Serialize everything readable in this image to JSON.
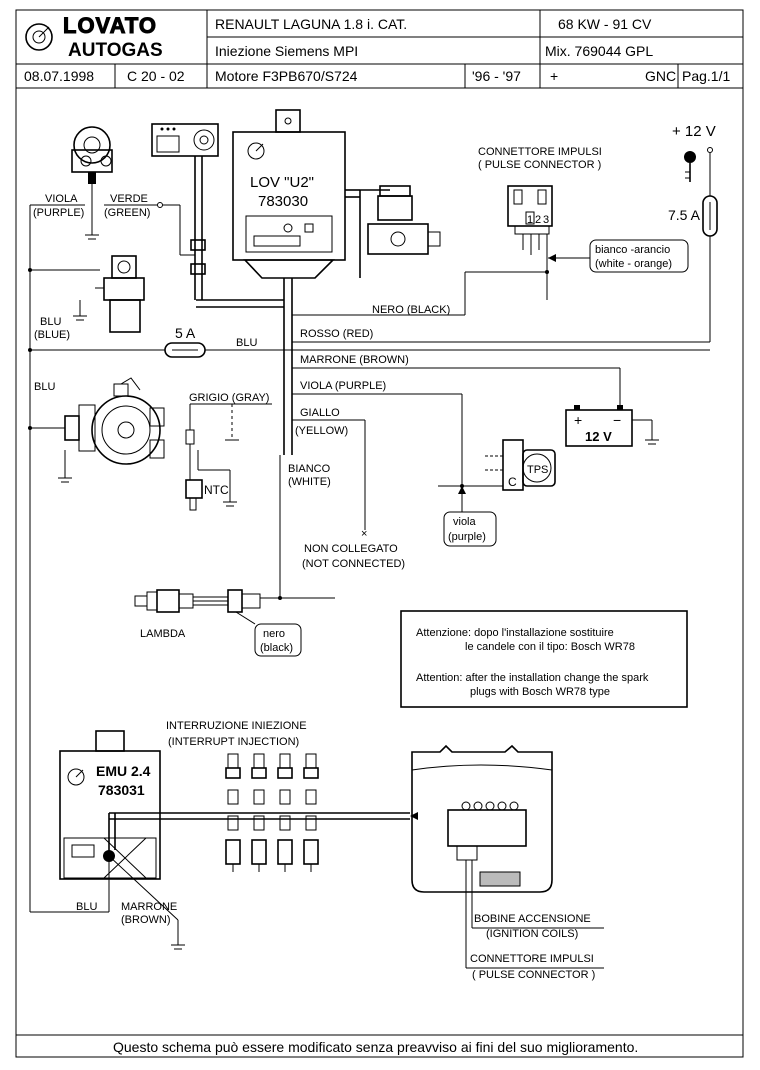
{
  "logo": {
    "name": "LOVATO",
    "sub": "AUTOGAS"
  },
  "header": {
    "vehicle": "RENAULT  LAGUNA   1.8 i.   CAT.",
    "power": "68 KW - 91 CV",
    "injection": "Iniezione   Siemens       MPI",
    "mix": "Mix. 769044   GPL",
    "date": "08.07.1998",
    "code": "C 20 - 02",
    "engine": "Motore    F3PB670/S724",
    "years": "'96 - '97",
    "plus": "+",
    "fuel": "GNC",
    "page": "Pag.1/1"
  },
  "components": {
    "lov_name": "LOV \"U2\"",
    "lov_code": "783030",
    "emu_name": "EMU 2.4",
    "emu_code": "783031",
    "battery_voltage": "12 V",
    "battery_plus": "+",
    "battery_minus": "−",
    "tps": "TPS",
    "tps_c": "C",
    "ntc": "NTC",
    "pulse_pins": [
      "1",
      "2",
      "3"
    ]
  },
  "labels": {
    "plus12": "+ 12 V",
    "fuse75": "7.5 A",
    "fuse5": "5 A",
    "viola1": "VIOLA",
    "viola1_en": "(PURPLE)",
    "verde": "VERDE",
    "verde_en": "(GREEN)",
    "blu_it": "BLU",
    "blu_en": "(BLUE)",
    "blu_left": "BLU",
    "blu_wire": "BLU",
    "pulse_connector_it": "CONNETTORE IMPULSI",
    "pulse_connector_en": "( PULSE CONNECTOR )",
    "white_orange_it": "bianco -arancio",
    "white_orange_en": "(white - orange)",
    "nero_black": "NERO (BLACK)",
    "rosso_red": "ROSSO (RED)",
    "marrone_brown": "MARRONE (BROWN)",
    "viola_purple": "VIOLA (PURPLE)",
    "grigio_gray": "GRIGIO (GRAY)",
    "giallo": "GIALLO",
    "yellow": "(YELLOW)",
    "bianco": "BIANCO",
    "white": "(WHITE)",
    "viola_small_it": "viola",
    "viola_small_en": "(purple)",
    "non_collegato": "NON COLLEGATO",
    "not_connected": "(NOT CONNECTED)",
    "lambda": "LAMBDA",
    "nero_small_it": "nero",
    "nero_small_en": "(black)",
    "interruzione": "INTERRUZIONE INIEZIONE",
    "interrupt": "(INTERRUPT INJECTION)",
    "blu_bottom": "BLU",
    "marrone_bottom": "MARRONE",
    "brown_bottom": "(BROWN)",
    "bobine": "BOBINE  ACCENSIONE",
    "ignition_coils": "(IGNITION COILS)",
    "pulse2_it": "CONNETTORE IMPULSI",
    "pulse2_en": "( PULSE CONNECTOR )"
  },
  "note": {
    "it_line1": "Attenzione: dopo l'installazione sostituire",
    "it_line2": "le candele con il tipo: Bosch WR78",
    "en_line1": "Attention: after the installation change the spark",
    "en_line2": "plugs with Bosch WR78 type"
  },
  "footer": "Questo schema può essere modificato senza preavviso ai fini del suo miglioramento."
}
